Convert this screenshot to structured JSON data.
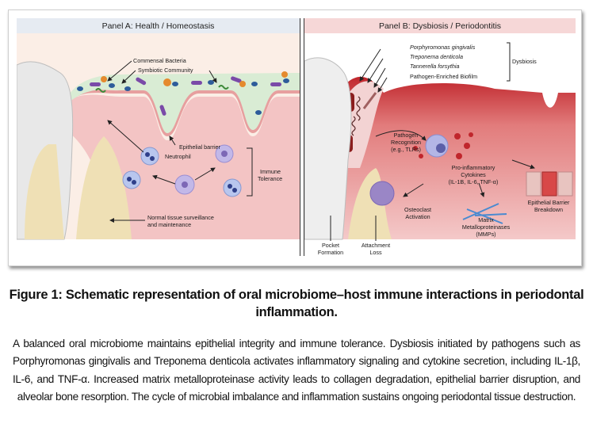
{
  "figure": {
    "panel_a": {
      "title": "Panel A: Health / Homeostasis",
      "labels": {
        "commensal": "Commensal Bacteria",
        "symbiotic": "Symbiotic Community",
        "epithelial": "Epithelial barrier",
        "neutrophil": "Neutrophil",
        "immune_1": "Immune",
        "immune_2": "Tolerance",
        "normal_1": "Normal tissue surveillance",
        "normal_2": "and maintenance"
      },
      "colors": {
        "header": "#e6ebf2",
        "gingiva": "#f3c4c4",
        "biofilm": "#d9ecd4",
        "bone": "#efe0b5"
      }
    },
    "panel_b": {
      "title": "Panel B: Dysbiosis / Periodontitis",
      "labels": {
        "pg": "Porphyromonas gingivalis",
        "td": "Treponema denticola",
        "tf": "Tannerella forsythia",
        "biofilm": "Pathogen-Enriched Biofilm",
        "dysbiosis": "Dysbiosis",
        "recog_1": "Pathogen",
        "recog_2": "Recognition",
        "recog_3": "(e.g., TLRs)",
        "cyto_1": "Pro-inflammatory",
        "cyto_2": "Cytokines",
        "cyto_3": "(IL-1B, IL-6, TNF-α)",
        "osteo_1": "Osteoclast",
        "osteo_2": "Activation",
        "mmp_1": "Matrix",
        "mmp_2": "Metalloproteinases",
        "mmp_3": "(MMPs)",
        "epi_1": "Epithelial Barrier",
        "epi_2": "Breakdown",
        "pocket_1": "Pocket",
        "pocket_2": "Formation",
        "attach_1": "Attachment",
        "attach_2": "Loss"
      },
      "colors": {
        "header": "#f6d7d7",
        "inflamed": "#c0262c",
        "tissue": "#f4c9c9"
      }
    }
  },
  "caption": {
    "title": "Figure 1: Schematic representation of oral microbiome–host immune interactions in periodontal inflammation.",
    "body": "A balanced oral microbiome maintains epithelial integrity and immune tolerance. Dysbiosis initiated by pathogens such as Porphyromonas gingivalis and Treponema denticola activates inflammatory signaling and cytokine secretion, including IL-1β, IL-6, and TNF-α. Increased matrix metalloproteinase activity leads to collagen degradation, epithelial barrier disruption, and alveolar bone resorption. The cycle of microbial imbalance and inflammation sustains ongoing periodontal tissue destruction."
  }
}
